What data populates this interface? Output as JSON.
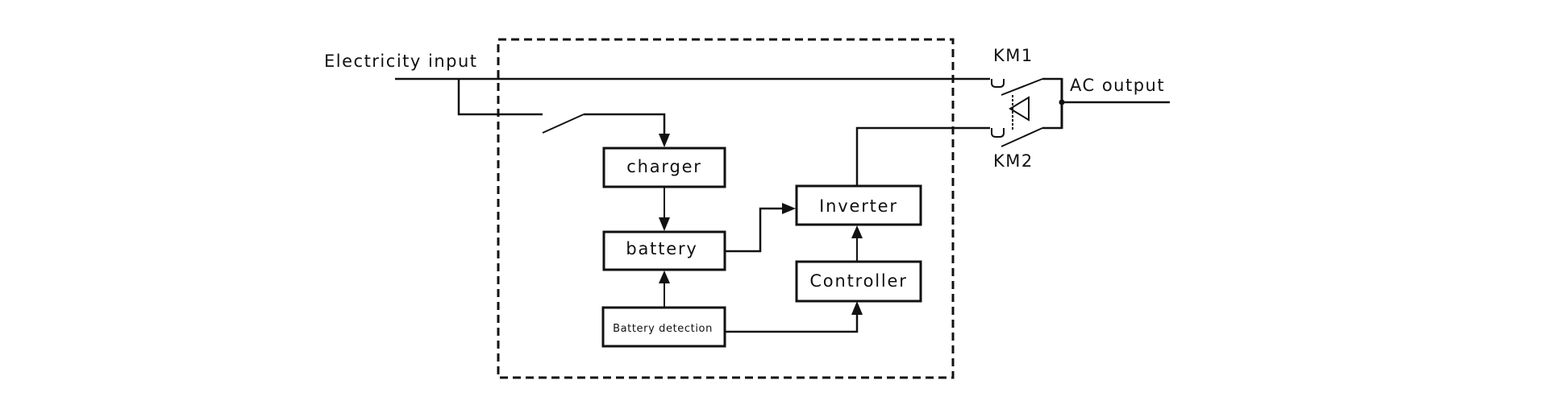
{
  "diagram": {
    "title": "UPS block diagram",
    "labels": {
      "electricity_input": "Electricity input",
      "ac_output": "AC output",
      "km1": "KM1",
      "km2": "KM2"
    },
    "blocks": {
      "charger": "charger",
      "battery": "battery",
      "battery_detection": "Battery detection",
      "inverter": "Inverter",
      "controller": "Controller"
    },
    "connections": [
      {
        "from": "electricity_input",
        "to": "km1",
        "type": "line"
      },
      {
        "from": "electricity_input",
        "to": "charger",
        "type": "switch-arrow"
      },
      {
        "from": "charger",
        "to": "battery",
        "type": "arrow"
      },
      {
        "from": "battery_detection",
        "to": "battery",
        "type": "arrow"
      },
      {
        "from": "battery",
        "to": "inverter",
        "type": "arrow"
      },
      {
        "from": "battery_detection",
        "to": "controller",
        "type": "arrow"
      },
      {
        "from": "controller",
        "to": "inverter",
        "type": "arrow"
      },
      {
        "from": "inverter",
        "to": "km2",
        "type": "line"
      },
      {
        "from": "km1",
        "to": "ac_output",
        "type": "line"
      },
      {
        "from": "km2",
        "to": "ac_output",
        "type": "line"
      }
    ],
    "colors": {
      "stroke": "#111111",
      "background": "#ffffff"
    }
  }
}
